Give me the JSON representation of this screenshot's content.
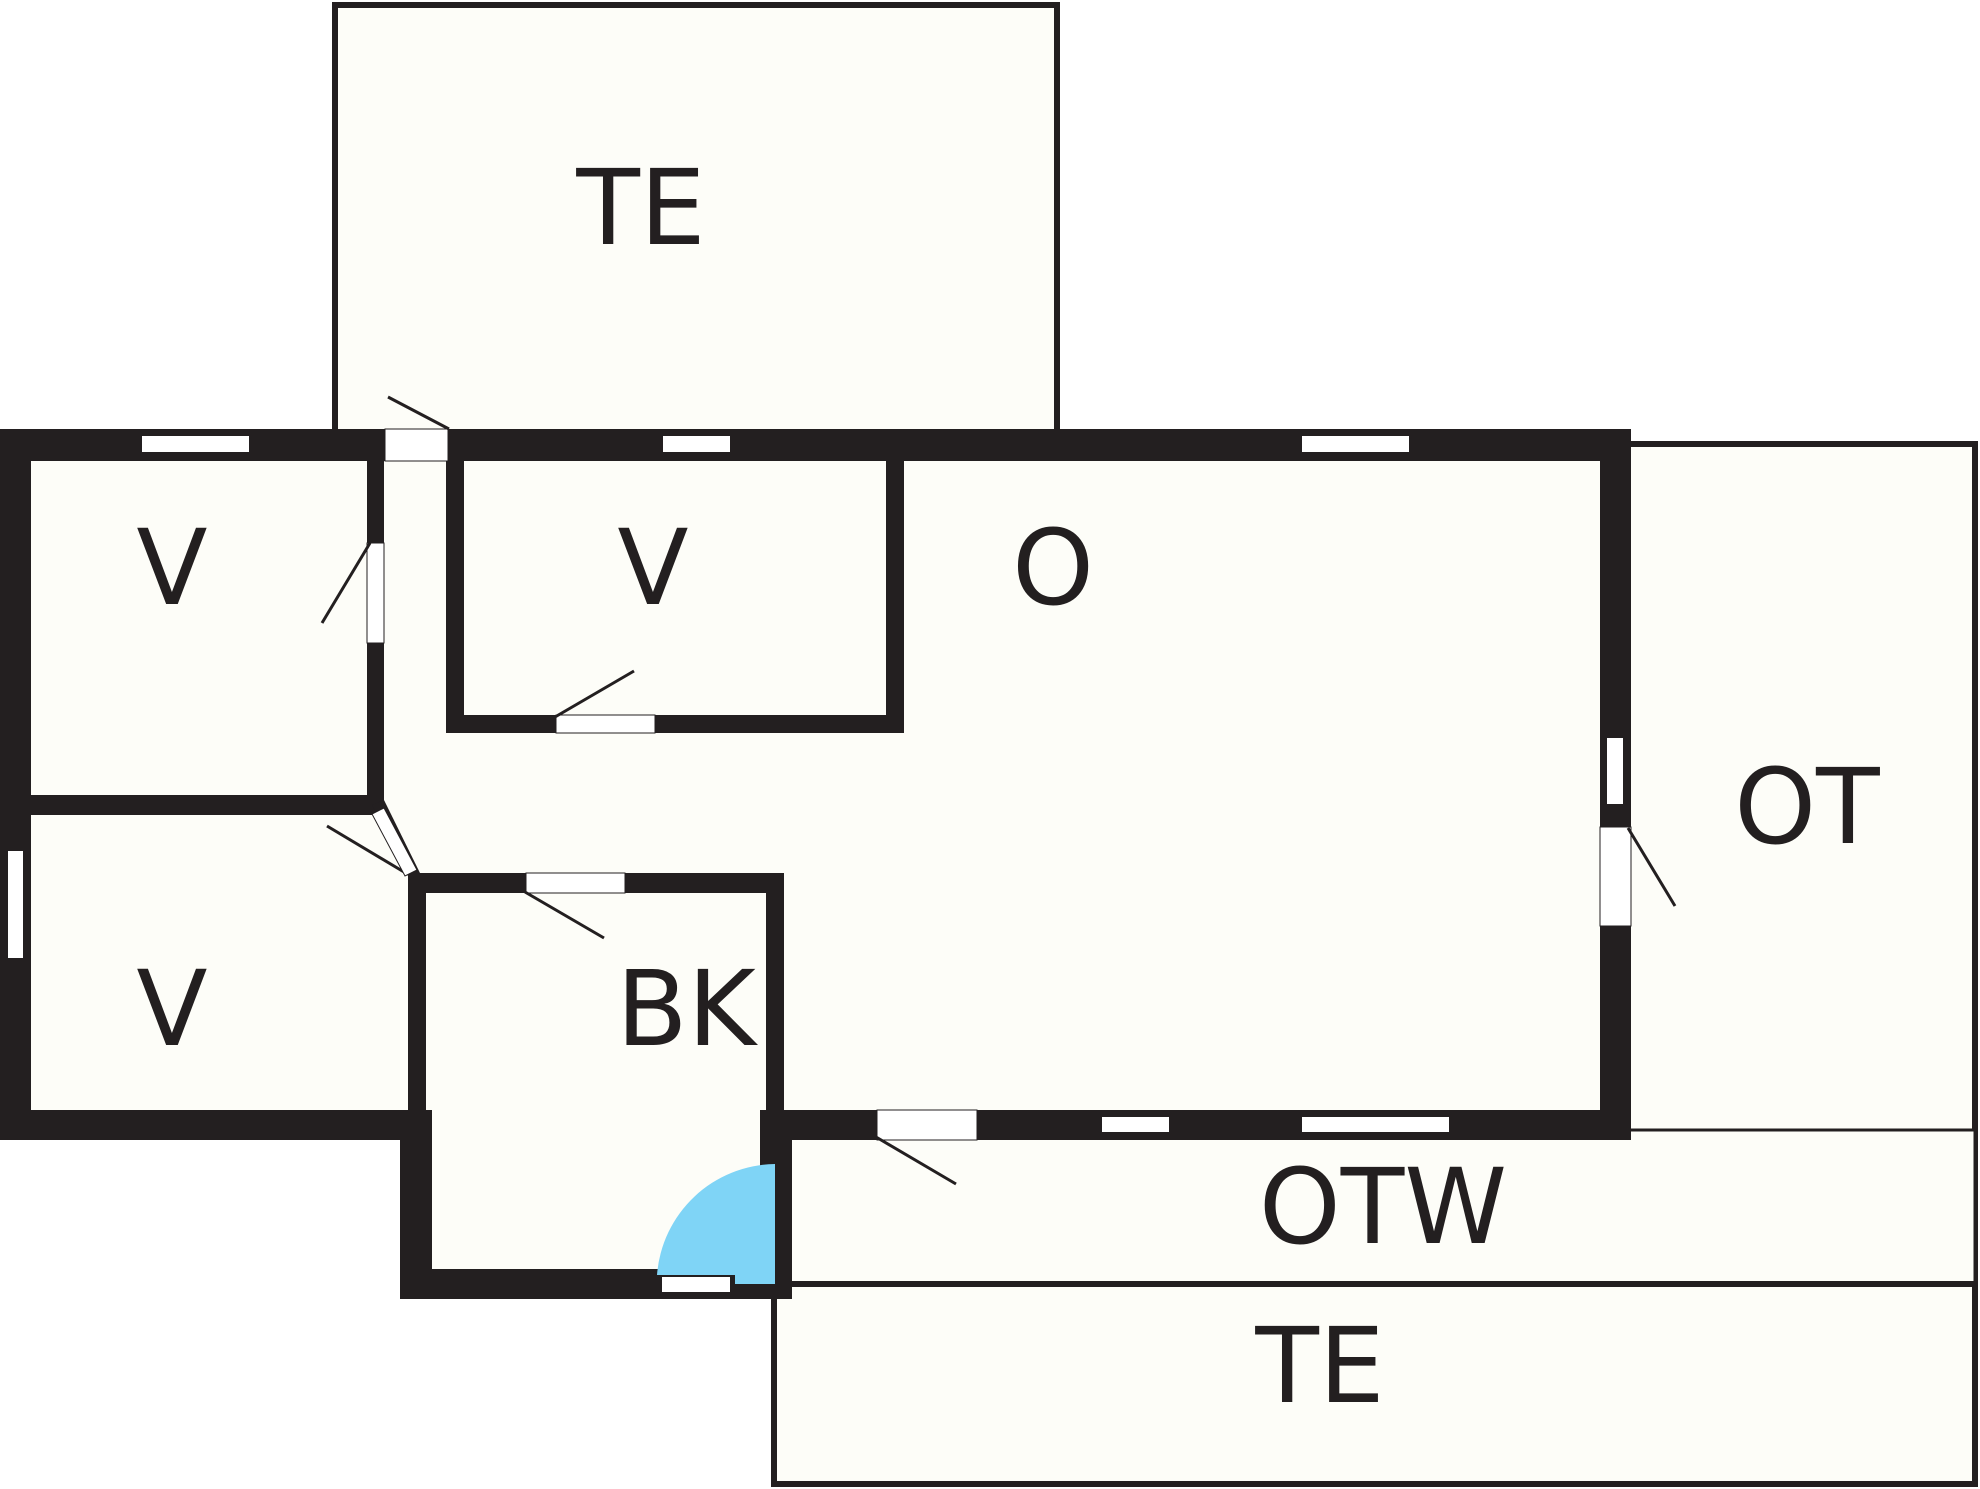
{
  "colors": {
    "wall": "#231f20",
    "floor": "#fdfdf8",
    "window": "#ffffff",
    "entrance_door": "#7fd4f6"
  },
  "rooms": [
    {
      "id": "terrace_top",
      "label": "TE"
    },
    {
      "id": "bedroom_1",
      "label": "V"
    },
    {
      "id": "bedroom_2",
      "label": "V"
    },
    {
      "id": "living",
      "label": "O"
    },
    {
      "id": "bedroom_3",
      "label": "V"
    },
    {
      "id": "bathroom",
      "label": "BK"
    },
    {
      "id": "covered_terrace",
      "label": "OT"
    },
    {
      "id": "covered_terrace_w",
      "label": "OTW"
    },
    {
      "id": "terrace_bottom",
      "label": "TE"
    }
  ]
}
